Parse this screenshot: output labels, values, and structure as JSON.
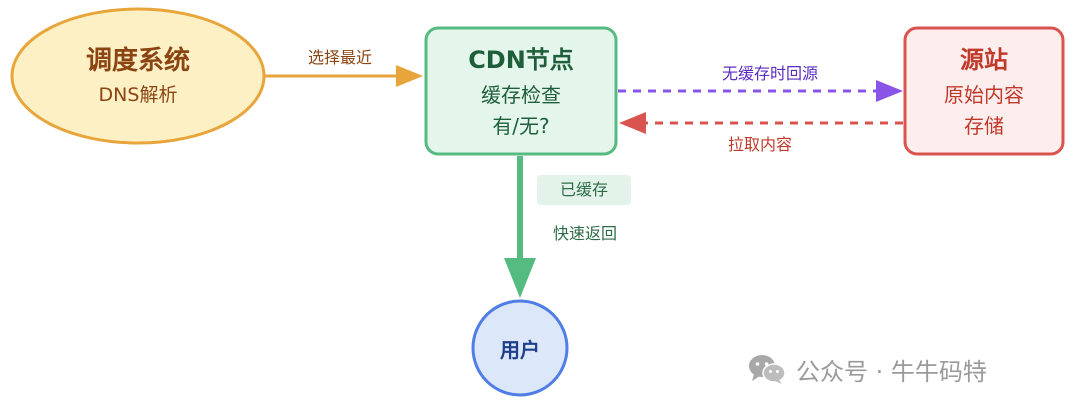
{
  "nodes": {
    "scheduler": {
      "title": "调度系统",
      "subtitle": "DNS解析"
    },
    "cdn": {
      "title": "CDN节点",
      "line1": "缓存检查",
      "line2": "有/无?"
    },
    "origin": {
      "title": "源站",
      "line1": "原始内容",
      "line2": "存储"
    },
    "user": {
      "title": "用户"
    }
  },
  "edges": {
    "select_nearest": "选择最近",
    "no_cache": "无缓存时回源",
    "pull_content": "拉取内容",
    "cached_badge": "已缓存",
    "fast_return": "快速返回"
  },
  "watermark": {
    "text": "公众号 · 牛牛码特",
    "icon": "wechat-icon"
  },
  "colors": {
    "scheduler_fill": "#fdf0c4",
    "scheduler_stroke": "#e8a53b",
    "scheduler_text": "#8b4513",
    "cdn_fill": "#e4f6ec",
    "cdn_stroke": "#55bb80",
    "origin_fill": "#fdeeee",
    "origin_stroke": "#d9534f",
    "user_fill": "#dde7fa",
    "user_stroke": "#4f7ee6",
    "purple": "#8a55e6",
    "red": "#d9534f",
    "orange": "#e8a53b",
    "green": "#55bb80"
  }
}
